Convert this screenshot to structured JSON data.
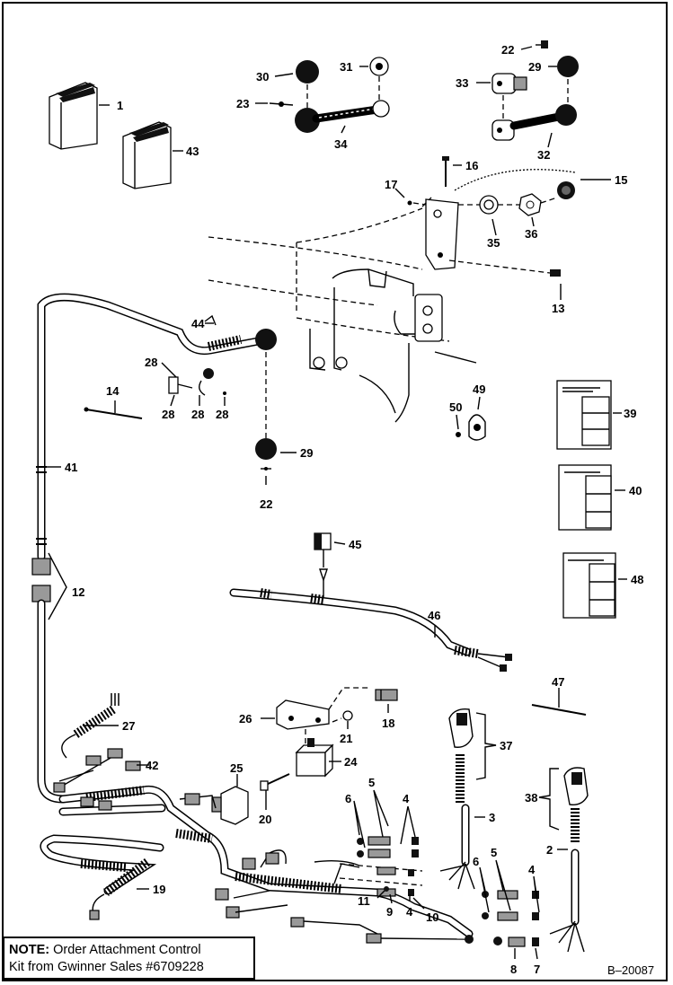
{
  "callouts": [
    {
      "n": "1"
    },
    {
      "n": "43"
    },
    {
      "n": "30"
    },
    {
      "n": "31"
    },
    {
      "n": "23"
    },
    {
      "n": "34"
    },
    {
      "n": "22"
    },
    {
      "n": "29"
    },
    {
      "n": "33"
    },
    {
      "n": "32"
    },
    {
      "n": "16"
    },
    {
      "n": "15"
    },
    {
      "n": "17"
    },
    {
      "n": "35"
    },
    {
      "n": "36"
    },
    {
      "n": "13"
    },
    {
      "n": "44"
    },
    {
      "n": "28"
    },
    {
      "n": "14"
    },
    {
      "n": "28"
    },
    {
      "n": "28"
    },
    {
      "n": "28"
    },
    {
      "n": "49"
    },
    {
      "n": "50"
    },
    {
      "n": "39"
    },
    {
      "n": "29"
    },
    {
      "n": "22"
    },
    {
      "n": "41"
    },
    {
      "n": "40"
    },
    {
      "n": "45"
    },
    {
      "n": "12"
    },
    {
      "n": "48"
    },
    {
      "n": "46"
    },
    {
      "n": "47"
    },
    {
      "n": "26"
    },
    {
      "n": "18"
    },
    {
      "n": "27"
    },
    {
      "n": "21"
    },
    {
      "n": "37"
    },
    {
      "n": "42"
    },
    {
      "n": "25"
    },
    {
      "n": "24"
    },
    {
      "n": "5"
    },
    {
      "n": "6"
    },
    {
      "n": "4"
    },
    {
      "n": "38"
    },
    {
      "n": "20"
    },
    {
      "n": "3"
    },
    {
      "n": "2"
    },
    {
      "n": "5"
    },
    {
      "n": "6"
    },
    {
      "n": "4"
    },
    {
      "n": "19"
    },
    {
      "n": "11"
    },
    {
      "n": "9"
    },
    {
      "n": "4"
    },
    {
      "n": "10"
    },
    {
      "n": "8"
    },
    {
      "n": "7"
    }
  ],
  "note": {
    "prefix": "NOTE:",
    "line1": " Order Attachment Control",
    "line2": "Kit from Gwinner Sales #6709228"
  },
  "figure_code": "B–20087"
}
